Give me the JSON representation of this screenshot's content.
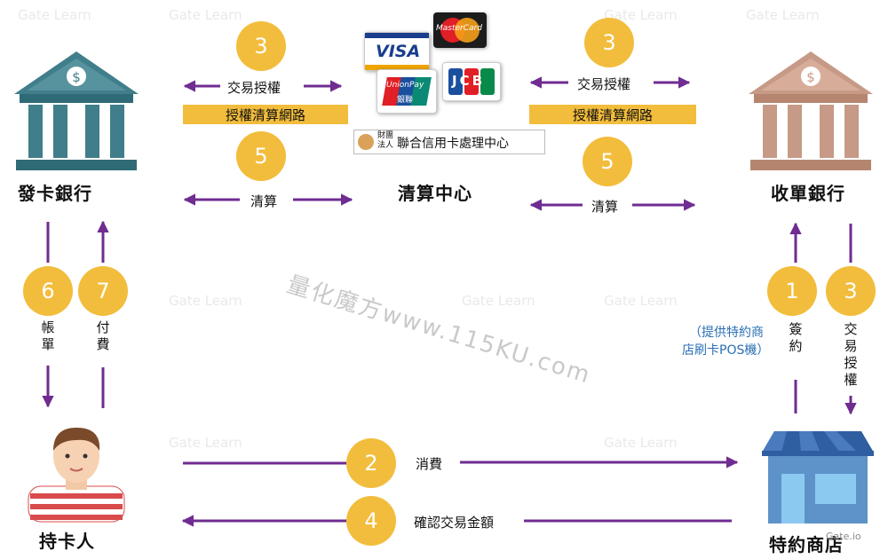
{
  "nodes": {
    "issuer_bank": "發卡銀行",
    "acquirer_bank": "收單銀行",
    "clearing_center": "清算中心",
    "cardholder": "持卡人",
    "merchant": "特約商店"
  },
  "steps": {
    "left_3": "3",
    "left_5": "5",
    "right_3": "3",
    "right_5": "5",
    "step_6": "6",
    "step_7": "7",
    "step_1": "1",
    "step_3_vertical": "3",
    "step_2": "2",
    "step_4": "4"
  },
  "labels": {
    "left_auth": "交易授權",
    "left_network": "授權清算網路",
    "left_clearing": "清算",
    "right_auth": "交易授權",
    "right_network": "授權清算網路",
    "right_clearing": "清算",
    "statement": "帳單",
    "pay": "付費",
    "contract": "簽約",
    "pos_note_line1": "（提供特約商",
    "pos_note_line2": "店刷卡POS機）",
    "vertical_auth": "交易授權",
    "consume": "消費",
    "confirm_amount": "確認交易金額"
  },
  "cards": {
    "visa": "VISA",
    "mastercard": "MasterCard",
    "jcb": "JCB",
    "unionpay": "UnionPay",
    "unionpay_cn": "銀聯",
    "nccc_line1": "財團",
    "nccc_line2": "法人",
    "nccc_name": "聯合信用卡處理中心"
  },
  "watermarks": {
    "brand": "Gate Learn",
    "center": "量化魔方www.115KU.com",
    "corner": "Gate.io"
  },
  "colors": {
    "arrow": "#6f2c91",
    "circle": "#f2bd3c",
    "network_bar": "#f2bd3c",
    "issuer_bank": "#3f7e8a",
    "acquirer_bank": "#c69a86",
    "pos_note": "#2a6fb3"
  }
}
